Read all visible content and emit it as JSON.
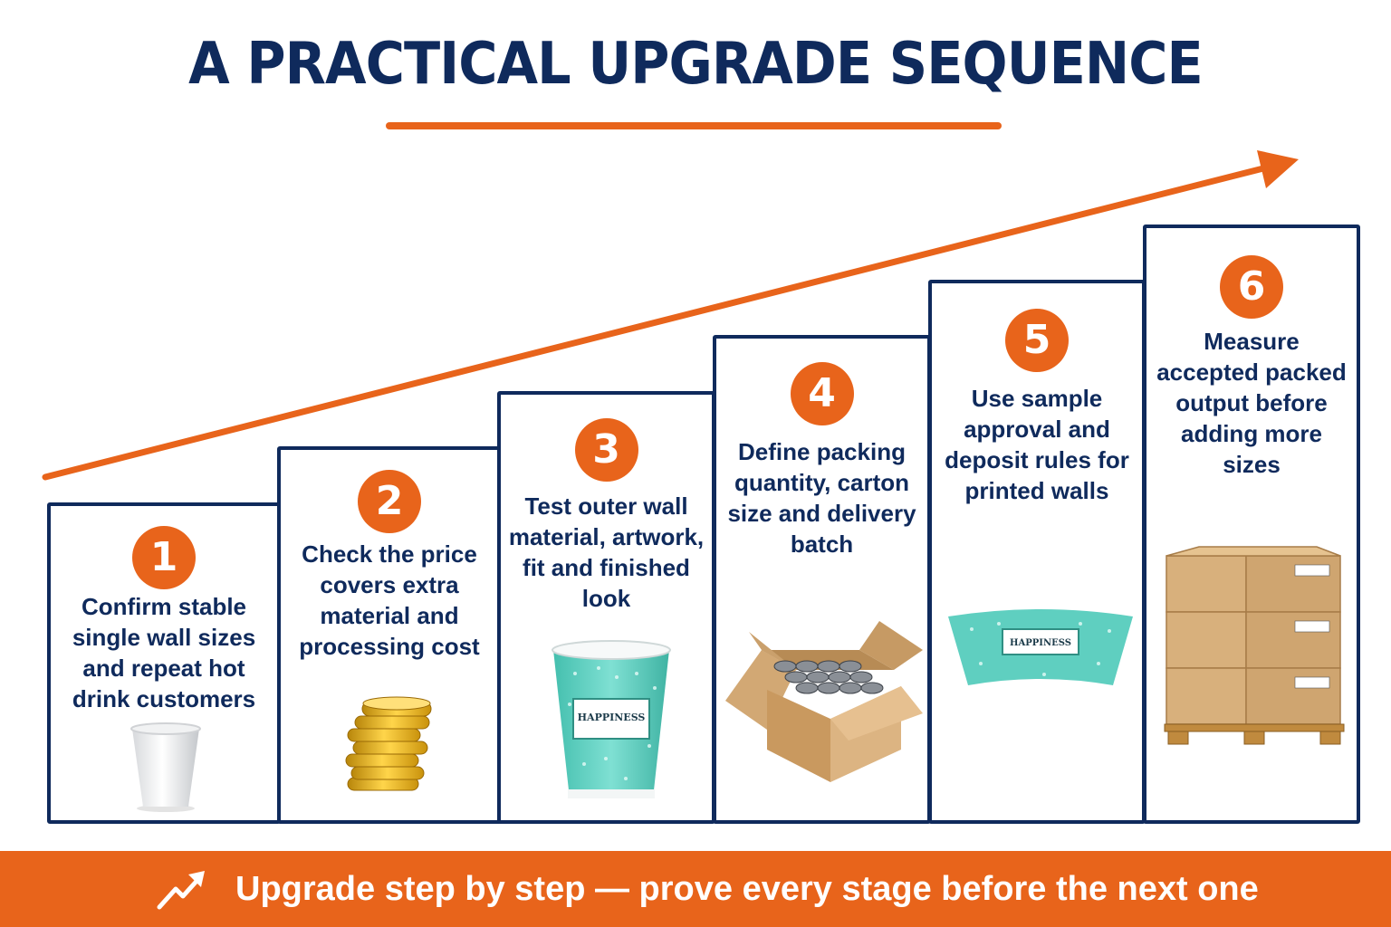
{
  "title": "A PRACTICAL UPGRADE SEQUENCE",
  "steps": [
    {
      "number": "1",
      "text": "Confirm stable single wall sizes and repeat hot drink customers",
      "illustration": "single-wall-cup"
    },
    {
      "number": "2",
      "text": "Check the price covers extra material and processing cost",
      "illustration": "gold-coins"
    },
    {
      "number": "3",
      "text": "Test outer wall material, artwork, fit and finished look",
      "illustration": "printed-double-wall-cup",
      "cup_print": "HAPPINESS"
    },
    {
      "number": "4",
      "text": "Define packing quantity, carton size and delivery batch",
      "illustration": "open-carton-with-cups"
    },
    {
      "number": "5",
      "text": "Use sample approval and deposit rules for printed walls",
      "illustration": "printed-cup-wall-sheet",
      "sheet_print": "HAPPINESS"
    },
    {
      "number": "6",
      "text": "Measure accepted packed output before adding more sizes",
      "illustration": "palletized-cartons"
    }
  ],
  "footer": {
    "icon": "trend-up-arrow-icon",
    "text": "Upgrade step by step — prove every stage before the next one"
  },
  "colors": {
    "navy": "#0f2a5c",
    "orange": "#e8641b",
    "teal": "#5fcfc0"
  }
}
